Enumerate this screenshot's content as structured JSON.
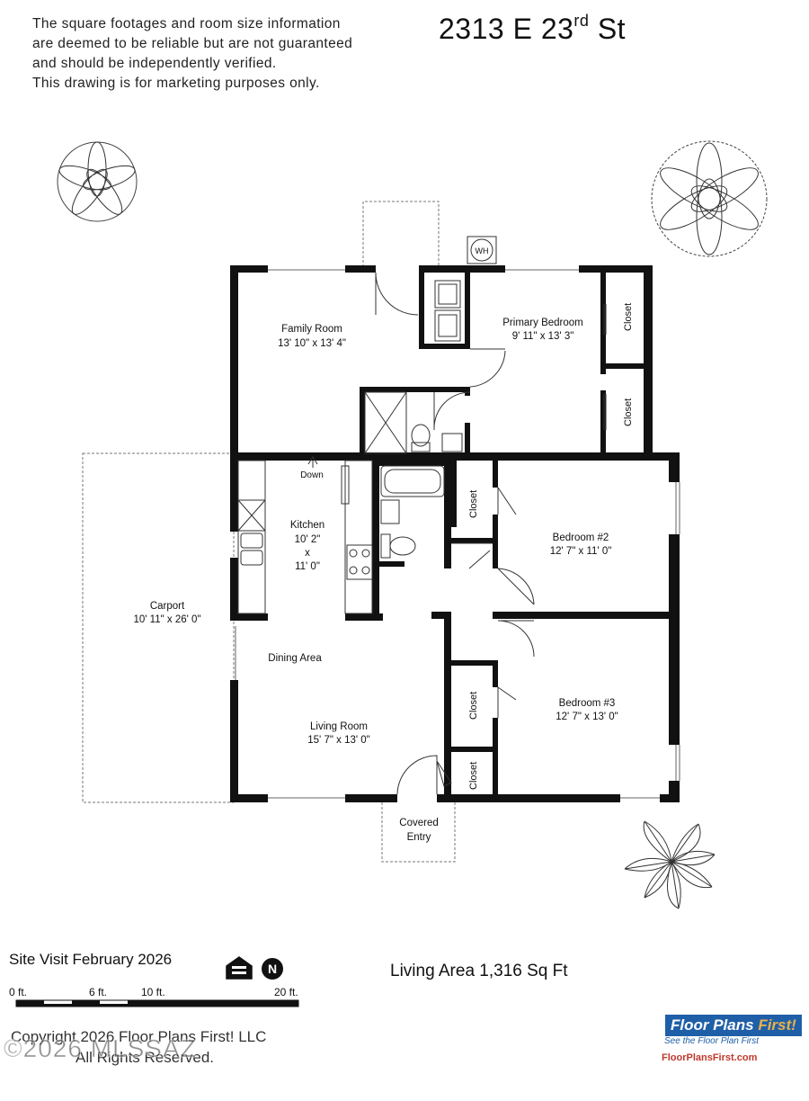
{
  "disclaimer": {
    "line1": "The square footages and room size information",
    "line2": "are deemed to be reliable but are not guaranteed",
    "line3": "and should be independently verified.",
    "line4": "This drawing is for marketing purposes only."
  },
  "address": {
    "main": "2313 E 23",
    "suffix": "rd",
    "tail": " St"
  },
  "rooms": {
    "family_room": {
      "name": "Family Room",
      "size": "13' 10\" x 13' 4\""
    },
    "primary_bedroom": {
      "name": "Primary Bedroom",
      "size": "9' 11\" x 13' 3\""
    },
    "kitchen": {
      "name": "Kitchen",
      "size_w": "10' 2\"",
      "size_x": "x",
      "size_h": "11' 0\""
    },
    "carport": {
      "name": "Carport",
      "size": "10' 11\" x 26' 0\""
    },
    "dining": {
      "name": "Dining Area"
    },
    "living_room": {
      "name": "Living Room",
      "size": "15' 7\" x 13' 0\""
    },
    "bedroom2": {
      "name": "Bedroom #2",
      "size": "12' 7\" x 11' 0\""
    },
    "bedroom3": {
      "name": "Bedroom #3",
      "size": "12' 7\" x 13' 0\""
    },
    "covered_entry": {
      "line1": "Covered",
      "line2": "Entry"
    },
    "closet": "Closet",
    "down": "Down",
    "water_heater": "WH"
  },
  "footer": {
    "site_visit": "Site Visit February 2026",
    "living_area": "Living Area 1,316 Sq Ft",
    "scale": {
      "s0": "0 ft.",
      "s6": "6 ft.",
      "s10": "10 ft.",
      "s20": "20 ft."
    },
    "copyright1": "Copyright 2026 Floor Plans First! LLC",
    "copyright2": "All Rights Reserved.",
    "watermark": "©2026 MLSSAZ",
    "logo_main": "Floor Plans",
    "logo_first": "First!",
    "logo_tag": "See the Floor Plan First",
    "logo_url": "FloorPlansFirst.com"
  }
}
